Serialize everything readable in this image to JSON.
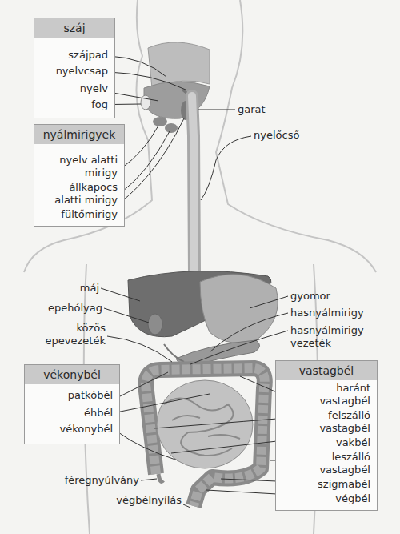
{
  "diagram": {
    "nodes": [
      {
        "text": [
          "száj",
          "szájpad",
          "nyelvcsap",
          "nyelv",
          "fog"
        ]
      },
      {
        "text": [
          "nyálmirigyek",
          "nyelv alatti mirigy",
          "állkapocs alatti mirigy",
          "fültőmirigy"
        ]
      },
      {
        "text": [
          "vékonybél",
          "patkóbél",
          "éhbél",
          "vékonybél"
        ]
      },
      {
        "text": [
          "vastagbél",
          "haránt vastagbél",
          "felszálló vastagbél",
          "vakbél",
          "leszálló vastagbél",
          "szigmabél",
          "végbél"
        ]
      }
    ],
    "labels": [
      "garat",
      "nyelőcső",
      "máj",
      "epehólyag",
      "közös epevezeték",
      "gyomor",
      "hasnyálmirigy",
      "hasnyálmirigy-vezeték",
      "féregnyúlvány",
      "végbélnyílás"
    ]
  }
}
